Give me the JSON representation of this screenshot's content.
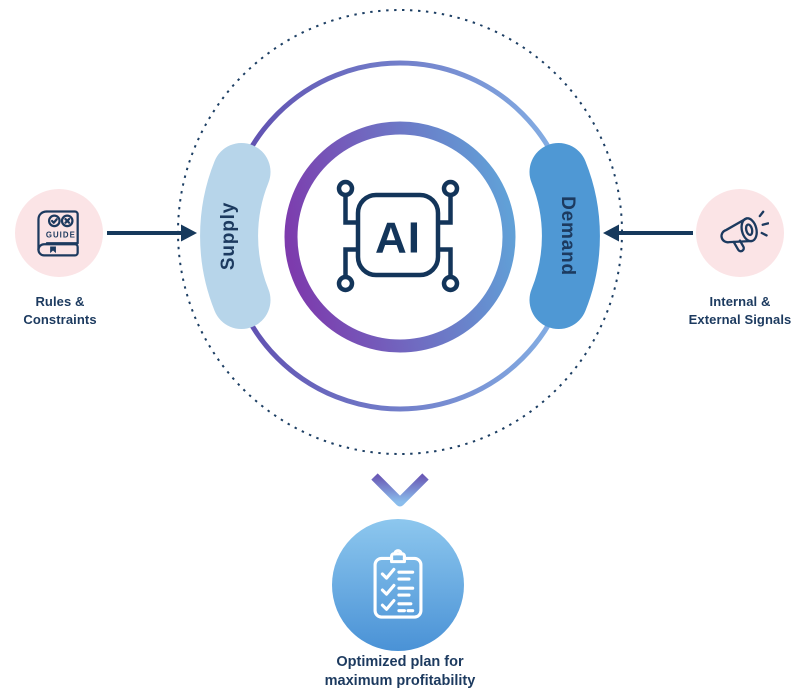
{
  "diagram": {
    "core": {
      "label": "AI",
      "icon": "ai-chip-icon"
    },
    "supply": {
      "label": "Supply"
    },
    "demand": {
      "label": "Demand"
    },
    "left_input": {
      "label": "Rules &\nConstraints",
      "icon": "guide-book-icon",
      "book_title": "GUIDE"
    },
    "right_input": {
      "label": "Internal &\nExternal Signals",
      "icon": "megaphone-icon"
    },
    "output": {
      "label": "Optimized plan for\nmaximum profitability",
      "icon": "clipboard-checklist-icon"
    },
    "colors": {
      "navy": "#16395c",
      "supply_pill": "#b7d5ea",
      "demand_pill": "#4f98d4",
      "pink_badge": "#fbe4e6",
      "ring_gradient": [
        "#7d3bad",
        "#61a0d7"
      ],
      "orbit_gradient": [
        "#5f4bae",
        "#85b3e6"
      ],
      "arrow_gradient": [
        "#6a5ab6",
        "#8abdec"
      ],
      "output_gradient": [
        "#8dc7ee",
        "#4a92d6"
      ]
    }
  }
}
